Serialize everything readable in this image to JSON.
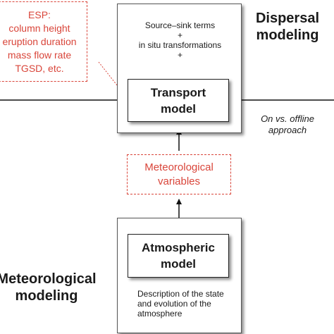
{
  "esp_box": {
    "lines": [
      "ESP:",
      "column height",
      "eruption duration",
      "mass flow rate",
      "TGSD, etc."
    ]
  },
  "dispersal": {
    "title_line1": "Dispersal",
    "title_line2": "modeling",
    "terms_line1": "Source–sink terms",
    "plus1": "+",
    "terms_line2": "in situ transformations",
    "plus2": "+"
  },
  "transport_model": {
    "line1": "Transport",
    "line2": "model"
  },
  "online_offline": {
    "line1": "On vs.  offline",
    "line2": "approach"
  },
  "met_variables": {
    "line1": "Meteorological",
    "line2": "variables"
  },
  "atmospheric_model": {
    "line1": "Atmospheric",
    "line2": "model"
  },
  "atmosphere_description": {
    "line1": "Description of the state",
    "line2": "and evolution of the",
    "line3": "atmosphere"
  },
  "meteorological": {
    "title_line1": "Meteorological",
    "title_line2": "modeling"
  },
  "colors": {
    "accent_red": "#d9453a",
    "ink": "#1a1a1a"
  }
}
